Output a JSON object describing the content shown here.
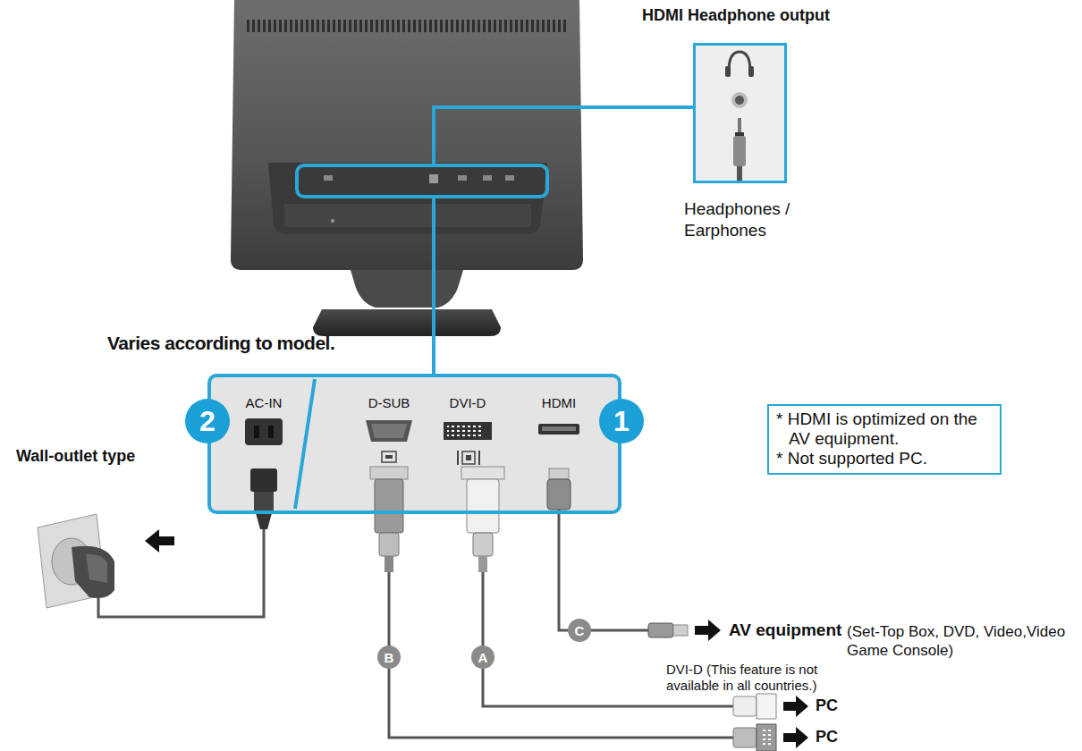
{
  "diagram": {
    "nodes": [
      {
        "text": [
          "AC-IN",
          "D-SUB",
          "DVI-D",
          "HDMI"
        ]
      },
      {
        "text": [
          "2"
        ],
        "in": 0
      },
      {
        "text": [
          "1"
        ],
        "in": 0
      },
      {
        "text": [
          "HDMI Headphone output"
        ]
      },
      {
        "text": [
          "* HDMI is optimized on the AV equipment.",
          "* Not supported PC."
        ]
      },
      {
        "text": [
          "C"
        ]
      },
      {
        "text": [
          "B"
        ]
      },
      {
        "text": [
          "A"
        ]
      }
    ],
    "labels": [
      "Varies according to model.",
      "Wall-outlet type",
      "Headphones / Earphones",
      "AV equipment",
      "(Set-Top Box, DVD, Video,Video Game Console)",
      "DVI-D (This feature is not available in all countries.)",
      "PC",
      "PC"
    ]
  }
}
